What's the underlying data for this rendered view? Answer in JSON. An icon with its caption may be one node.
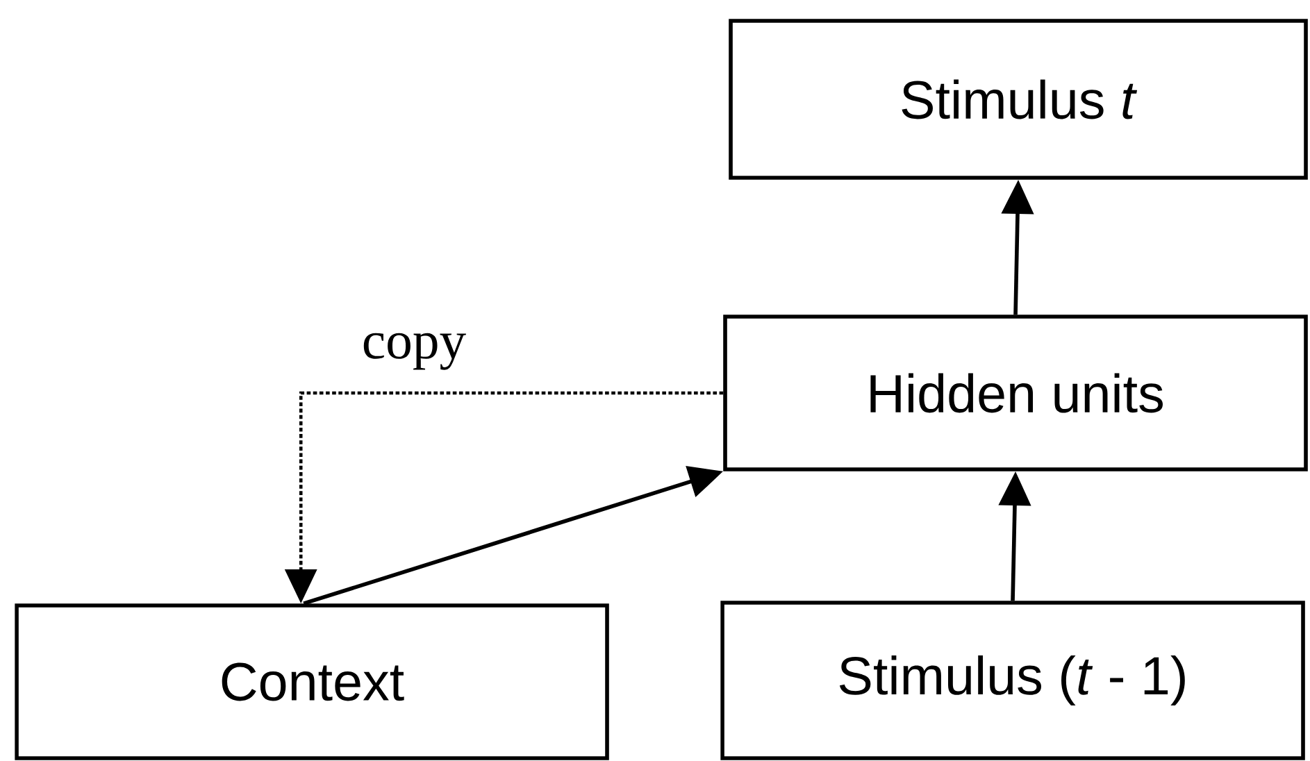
{
  "diagram": {
    "nodes": [
      {
        "text": [
          "Stimulus *t*"
        ]
      },
      {
        "text": [
          "Hidden units"
        ]
      },
      {
        "text": [
          "Context"
        ]
      },
      {
        "text": [
          "Stimulus (*t* - 1)"
        ]
      }
    ],
    "edges": [
      {
        "from": 1,
        "to": 0,
        "arrow": "to"
      },
      {
        "from": 3,
        "to": 1,
        "arrow": "to"
      },
      {
        "from": 2,
        "to": 1,
        "arrow": "to"
      },
      {
        "from": 1,
        "to": 2,
        "arrow": "to",
        "style": "dashed",
        "label": "copy"
      }
    ]
  }
}
